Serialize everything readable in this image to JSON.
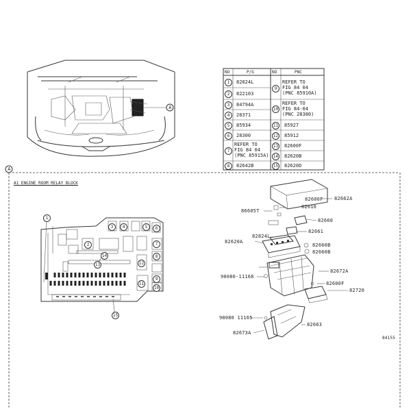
{
  "diagram_marker": "A",
  "section_title": "A1 ENGINE ROOM RELAY BLOCK",
  "figure_id": "84155",
  "table": {
    "headers": [
      "NO",
      "P/G",
      "NO",
      "PNC"
    ],
    "left": [
      {
        "no": "1",
        "value": "82824L"
      },
      {
        "no": "2",
        "value": "822103"
      },
      {
        "no": "3",
        "value": "84794A"
      },
      {
        "no": "4",
        "value": "28371"
      },
      {
        "no": "5",
        "value": "85934"
      },
      {
        "no": "6",
        "value": "28300"
      },
      {
        "no": "7",
        "value": "REFER TO\nFIG 84 04\n(PNC 85915A)"
      },
      {
        "no": "8",
        "value": "82642B"
      }
    ],
    "right": [
      {
        "no": "9",
        "value": "REFER TO\nFIG 84 04\n(PNC 85910A)"
      },
      {
        "no": "10",
        "value": "REFER TO\nFIG 84-04\n(PNC 28380)"
      },
      {
        "no": "11",
        "value": "85927"
      },
      {
        "no": "12",
        "value": "85912"
      },
      {
        "no": "13",
        "value": "82600F"
      },
      {
        "no": "14",
        "value": "82620B"
      },
      {
        "no": "15",
        "value": "82620D"
      }
    ]
  },
  "relay_block_callouts": {
    "c1": "1",
    "c2": "2",
    "c3": "3",
    "c4": "4",
    "c5": "5",
    "c6": "6",
    "c7": "7",
    "c8": "8",
    "c9": "9",
    "c10": "10",
    "c11": "11",
    "c12": "12",
    "c13": "13",
    "c14": "14",
    "c15": "15"
  },
  "parts": {
    "p1": "82600F",
    "p2": "82662A",
    "p3": "82616",
    "p4": "86605T",
    "p5": "82660",
    "p6": "82661",
    "p7": "82824L",
    "p8": "82620A",
    "p9": "82660B",
    "p10": "82660B",
    "p11": "82672A",
    "p12": "90080-11168",
    "p13": "82600F",
    "p14": "82720",
    "p15": "90080 11165",
    "p16": "82663",
    "p17": "82673A"
  }
}
